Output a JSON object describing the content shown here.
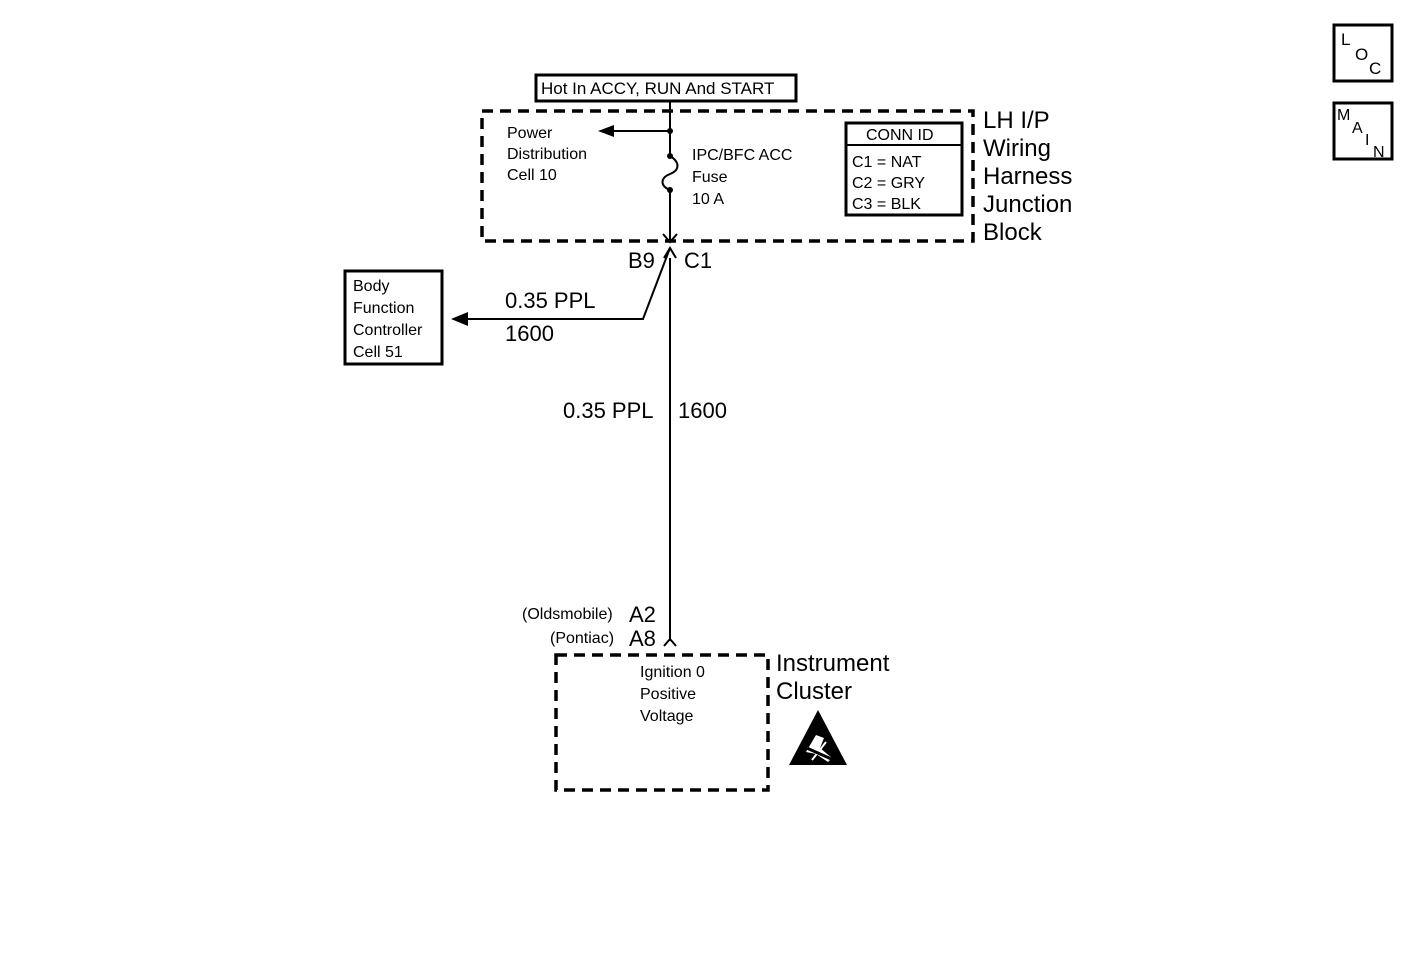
{
  "hot_label": "Hot In ACCY, RUN And START",
  "junction_block": {
    "name_lines": [
      "LH I/P",
      "Wiring",
      "Harness",
      "Junction",
      "Block"
    ],
    "power_dist_lines": [
      "Power",
      "Distribution",
      "Cell 10"
    ],
    "fuse_lines": [
      "IPC/BFC ACC",
      "Fuse",
      "10 A"
    ],
    "conn_id": {
      "title": "CONN ID",
      "rows": [
        "C1 = NAT",
        "C2 = GRY",
        "C3 = BLK"
      ]
    }
  },
  "connector": {
    "left_pin": "B9",
    "right_pin": "C1"
  },
  "bfc": {
    "lines": [
      "Body",
      "Function",
      "Controller",
      "Cell 51"
    ],
    "wire_size": "0.35 PPL",
    "circuit": "1600"
  },
  "main_wire": {
    "size": "0.35 PPL",
    "circuit": "1600"
  },
  "cluster_pins": [
    {
      "variant": "(Oldsmobile)",
      "pin": "A2"
    },
    {
      "variant": "(Pontiac)",
      "pin": "A8"
    }
  ],
  "instrument_cluster": {
    "name_lines": [
      "Instrument",
      "Cluster"
    ],
    "input_lines": [
      "Ignition 0",
      "Positive",
      "Voltage"
    ],
    "esd_icon": "esd-warning-icon"
  },
  "nav": {
    "loc": [
      "L",
      "O",
      "C"
    ],
    "main": [
      "M",
      "A",
      "I",
      "N"
    ]
  }
}
